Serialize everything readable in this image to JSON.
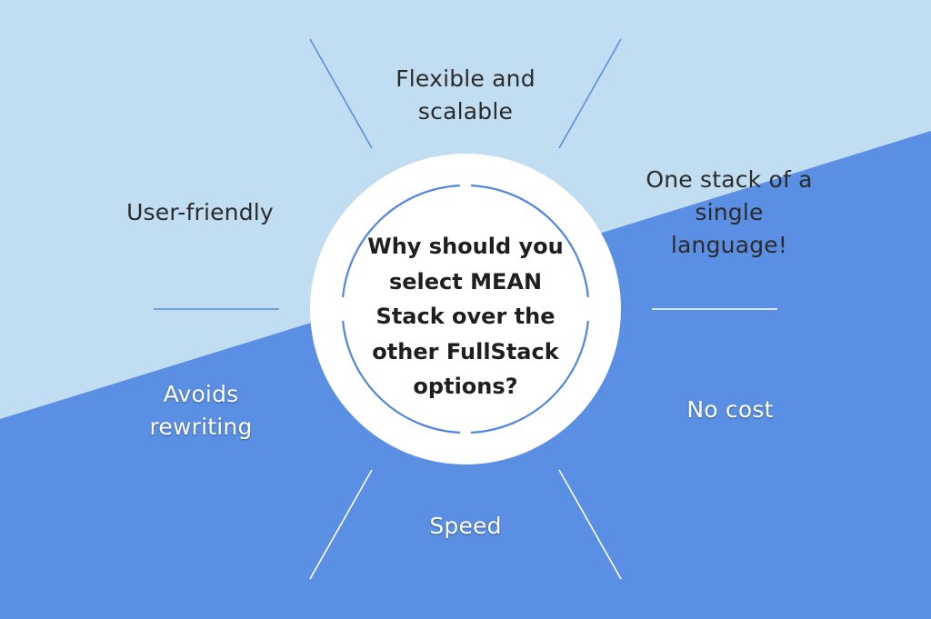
{
  "colors": {
    "background_top": "#c1ddf1",
    "background_bottom": "#5a8fe3",
    "circle_fill": "#ffffff",
    "circle_ring": "#4f86df",
    "spoke_top": "#5b8fe3",
    "spoke_bottom": "#ffffff",
    "text_dark": "#2b2b2b",
    "text_light": "#ffffff"
  },
  "center": {
    "question": "Why should you\nselect MEAN\nStack over the\nother FullStack\noptions?"
  },
  "benefits": {
    "flexible": "Flexible and\nscalable",
    "user_friendly": "User-friendly",
    "one_stack": "One stack of a\nsingle\nlanguage!",
    "avoids_rewriting": "Avoids\nrewriting",
    "no_cost": "No cost",
    "speed": "Speed"
  }
}
